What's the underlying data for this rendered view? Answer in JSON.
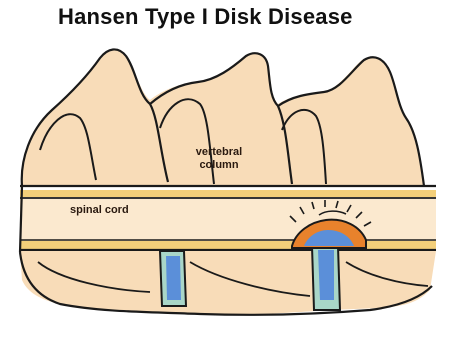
{
  "diagram": {
    "title": "Hansen Type I Disk Disease",
    "labels": {
      "vertebral_line1": "vertebral",
      "vertebral_line2": "column",
      "spinal_cord": "spinal cord"
    },
    "colors": {
      "bone": "#f8dcb8",
      "outline": "#1a1a1a",
      "cord_band": "#f3cf7a",
      "disk_healthy": "#5b8fd9",
      "disk_light": "#a9d6c8",
      "herniation": "#e8822c"
    }
  }
}
